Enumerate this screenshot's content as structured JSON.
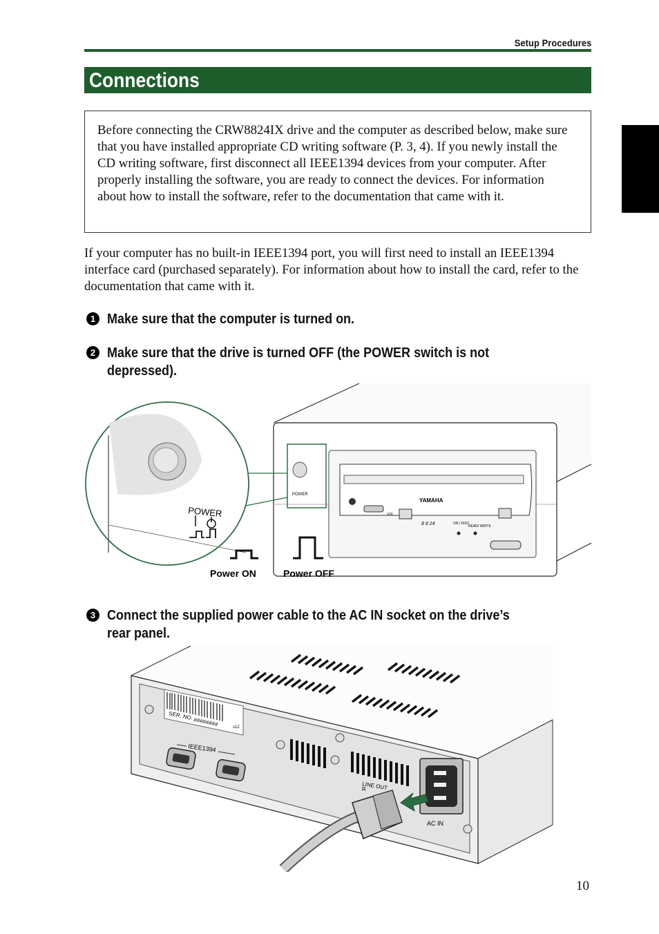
{
  "header": {
    "section": "Setup Procedures"
  },
  "title": "Connections",
  "note": "Before connecting the CRW8824IX drive and the computer as described below, make sure that you have installed appropriate CD writing software (P. 3, 4).  If you newly install the CD writing software, first disconnect all IEEE1394 devices from your computer.  After properly installing the software, you are ready to connect the devices.  For information about how to install the software, refer to the documentation that came with it.",
  "intro": "If your computer has no built-in IEEE1394 port, you will first need to install an IEEE1394 interface card (purchased separately).  For information about how to install the card, refer to the documentation that came with it.",
  "steps": [
    {
      "num": "1",
      "text": "Make sure that the computer is turned on."
    },
    {
      "num": "2",
      "text": "Make sure that the drive is turned OFF (the POWER switch is not depressed)."
    },
    {
      "num": "3",
      "text": "Connect the supplied power cable to the AC IN socket on the drive’s rear panel."
    }
  ],
  "figure1": {
    "power_label": "POWER",
    "power_on_label": "Power ON",
    "power_off_label": "Power OFF",
    "brand": "YAMAHA",
    "vol_label": "VOL.",
    "on_disc_label": "ON / DISC",
    "read_write_label": "READ/ WRITE",
    "speed_label": "8 8 24"
  },
  "figure2": {
    "ser_no_label": "SER. NO.",
    "ser_no_value": "########",
    "suffix": "s12",
    "ieee_label": "IEEE1394",
    "line_out_label": "LINE OUT",
    "r_label": "R",
    "ac_in_label": "AC IN"
  },
  "page_number": "10"
}
